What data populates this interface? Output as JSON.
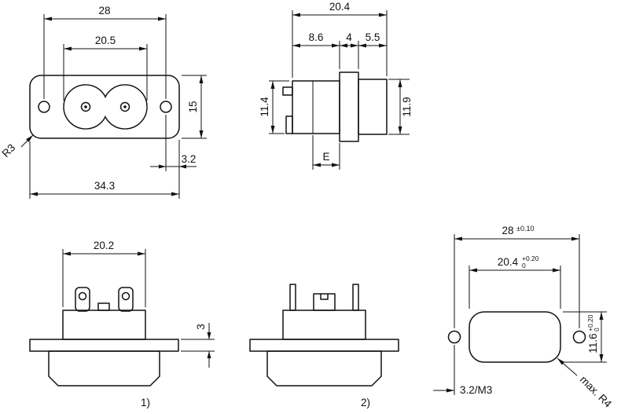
{
  "front_view": {
    "dim_hole_spacing": "28",
    "dim_recess_width": "20.5",
    "dim_flange_height": "15",
    "dim_hole_to_edge": "3.2",
    "dim_overall_width": "34.3",
    "corner_radius": "R3"
  },
  "side_view": {
    "dim_overall_depth": "20.4",
    "dim_rear_depth": "8.6",
    "dim_flange_thickness": "4",
    "dim_front_depth": "5.5",
    "dim_rear_height": "11.4",
    "dim_front_height": "11.9",
    "dim_terminal": "E"
  },
  "bottom_view_1": {
    "dim_body_width": "20.2",
    "dim_flange_thickness": "3",
    "caption": "1)"
  },
  "bottom_view_2": {
    "caption": "2)"
  },
  "panel_cutout": {
    "dim_hole_spacing": "28",
    "dim_hole_spacing_tol": "±0.10",
    "dim_cutout_width": "20.4",
    "dim_cutout_width_tol_plus": "+0.20",
    "dim_cutout_width_tol_minus": "0",
    "dim_cutout_height": "11.6",
    "dim_cutout_height_tol_plus": "+0.20",
    "dim_cutout_height_tol_minus": "0",
    "dim_mounting_hole": "3.2/M3",
    "corner_radius": "max. R4"
  }
}
